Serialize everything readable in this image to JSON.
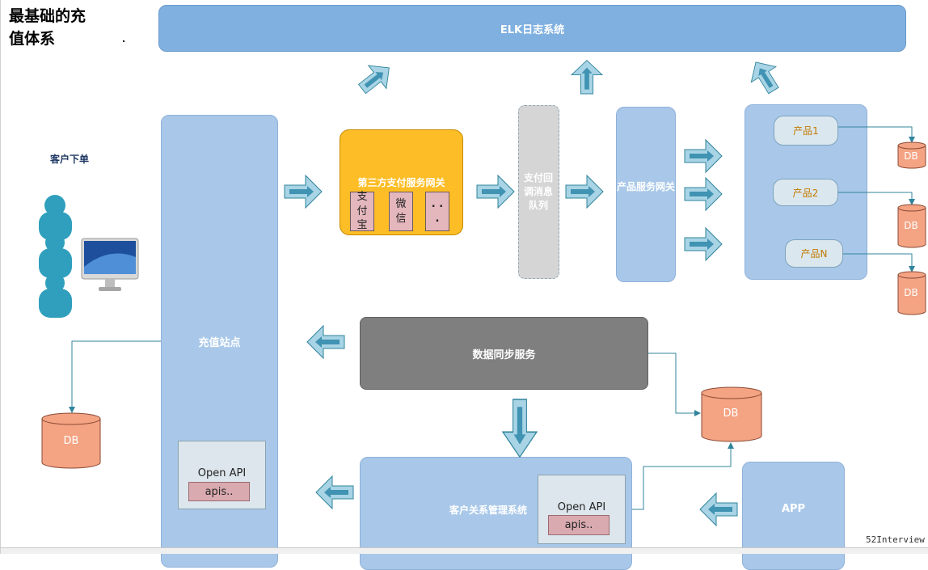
{
  "title": "最基础的充\n值体系",
  "elk": {
    "label": "ELK日志系统"
  },
  "customer": {
    "label": "客户下单"
  },
  "recharge_site": {
    "label": "充值站点"
  },
  "third_party_gateway": {
    "label": "第三方支付服务网关",
    "items": [
      "支付宝",
      "微信",
      ". . ."
    ]
  },
  "callback_queue": {
    "label": "支付回调消息队列"
  },
  "product_gateway": {
    "label": "产品服务网关"
  },
  "products": [
    "产品1",
    "产品2",
    "产品N"
  ],
  "db_label": "DB",
  "data_sync": {
    "label": "数据同步服务"
  },
  "crm": {
    "label": "客户关系管理系统"
  },
  "open_api": {
    "label": "Open API",
    "apis_label": "apis.."
  },
  "app": {
    "label": "APP"
  },
  "watermark": "52Interview",
  "colors": {
    "elk": "#7fb0e0",
    "node_blue": "#a9c8e9",
    "gateway_yellow": "#fdbd26",
    "queue_gray": "#d5d5d5",
    "sync_gray": "#7f7f7f",
    "db_salmon": "#f4a383",
    "arrow_fill": "#a8d4e6",
    "arrow_stroke": "#31849b",
    "user_icon": "#2f9fbd"
  }
}
